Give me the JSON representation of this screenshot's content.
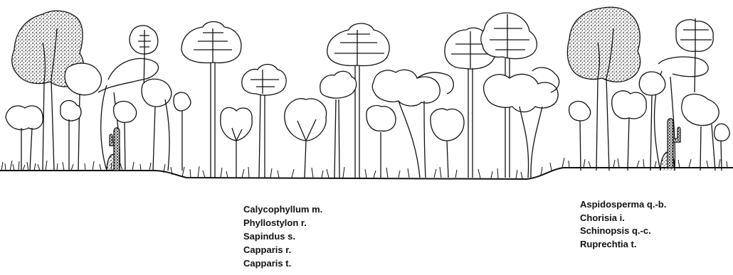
{
  "profile": {
    "center_species": [
      "Calycophyllum m.",
      "Phyllostylon r.",
      "Sapindus s.",
      "Capparis r.",
      "Capparis t."
    ],
    "right_species": [
      "Aspidosperma q.-b.",
      "Chorisia i.",
      "Schinopsis q.-c.",
      "Ruprechtia t."
    ]
  }
}
